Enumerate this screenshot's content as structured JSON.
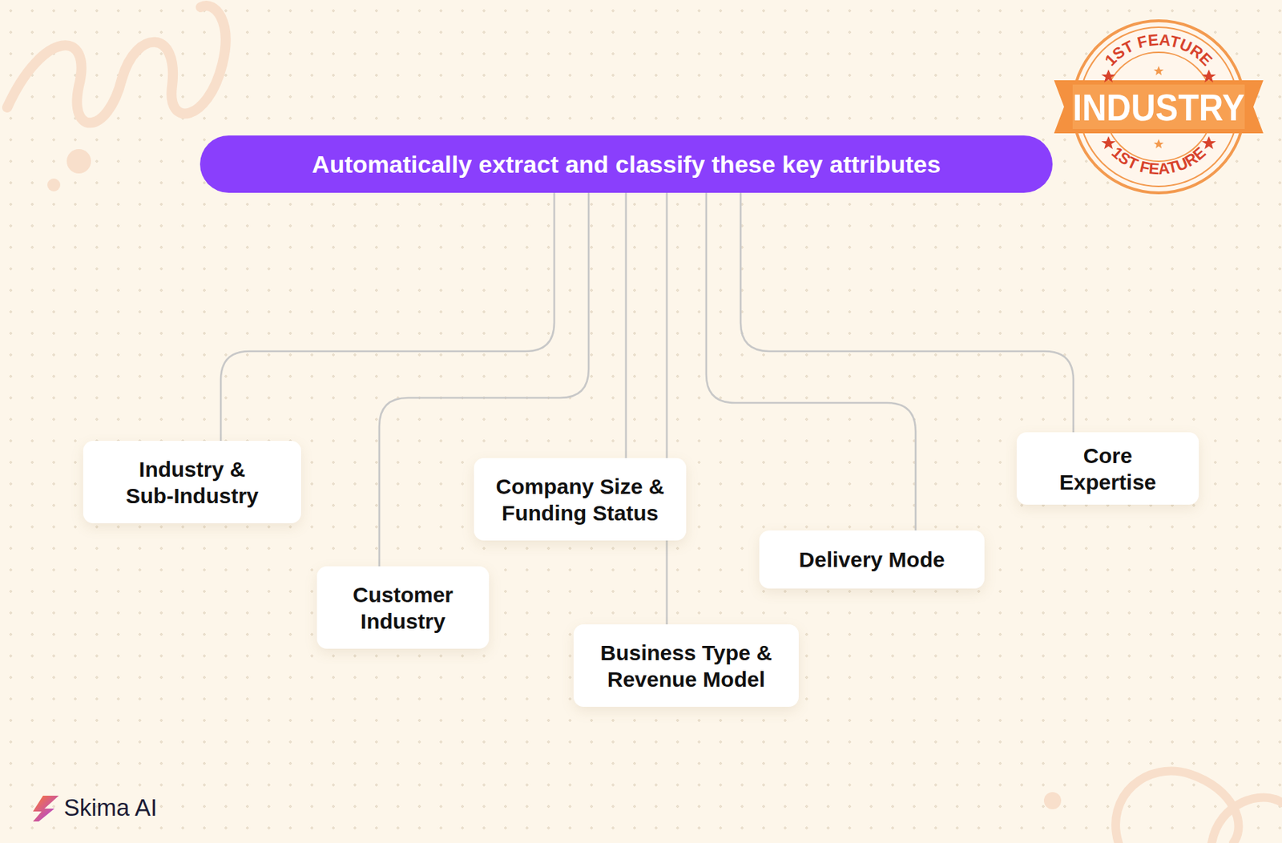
{
  "diagram": {
    "nodes": [
      {
        "text": [
          "Automatically extract and classify these key attributes"
        ]
      },
      {
        "text": [
          "Industry & Sub-Industry"
        ]
      },
      {
        "text": [
          "Customer Industry"
        ]
      },
      {
        "text": [
          "Company Size & Funding Status"
        ]
      },
      {
        "text": [
          "Business Type & Revenue Model"
        ]
      },
      {
        "text": [
          "Delivery Mode"
        ]
      },
      {
        "text": [
          "Core Expertise"
        ]
      }
    ],
    "edges": [
      {
        "from": 0,
        "to": 1,
        "arrow": "none"
      },
      {
        "from": 0,
        "to": 2,
        "arrow": "none"
      },
      {
        "from": 0,
        "to": 3,
        "arrow": "none"
      },
      {
        "from": 0,
        "to": 4,
        "arrow": "none"
      },
      {
        "from": 0,
        "to": 5,
        "arrow": "none"
      },
      {
        "from": 0,
        "to": 6,
        "arrow": "none"
      }
    ],
    "labels": [
      "1ST FEATURE",
      "INDUSTRY",
      "1ST FEATURE",
      "Skima AI"
    ]
  }
}
